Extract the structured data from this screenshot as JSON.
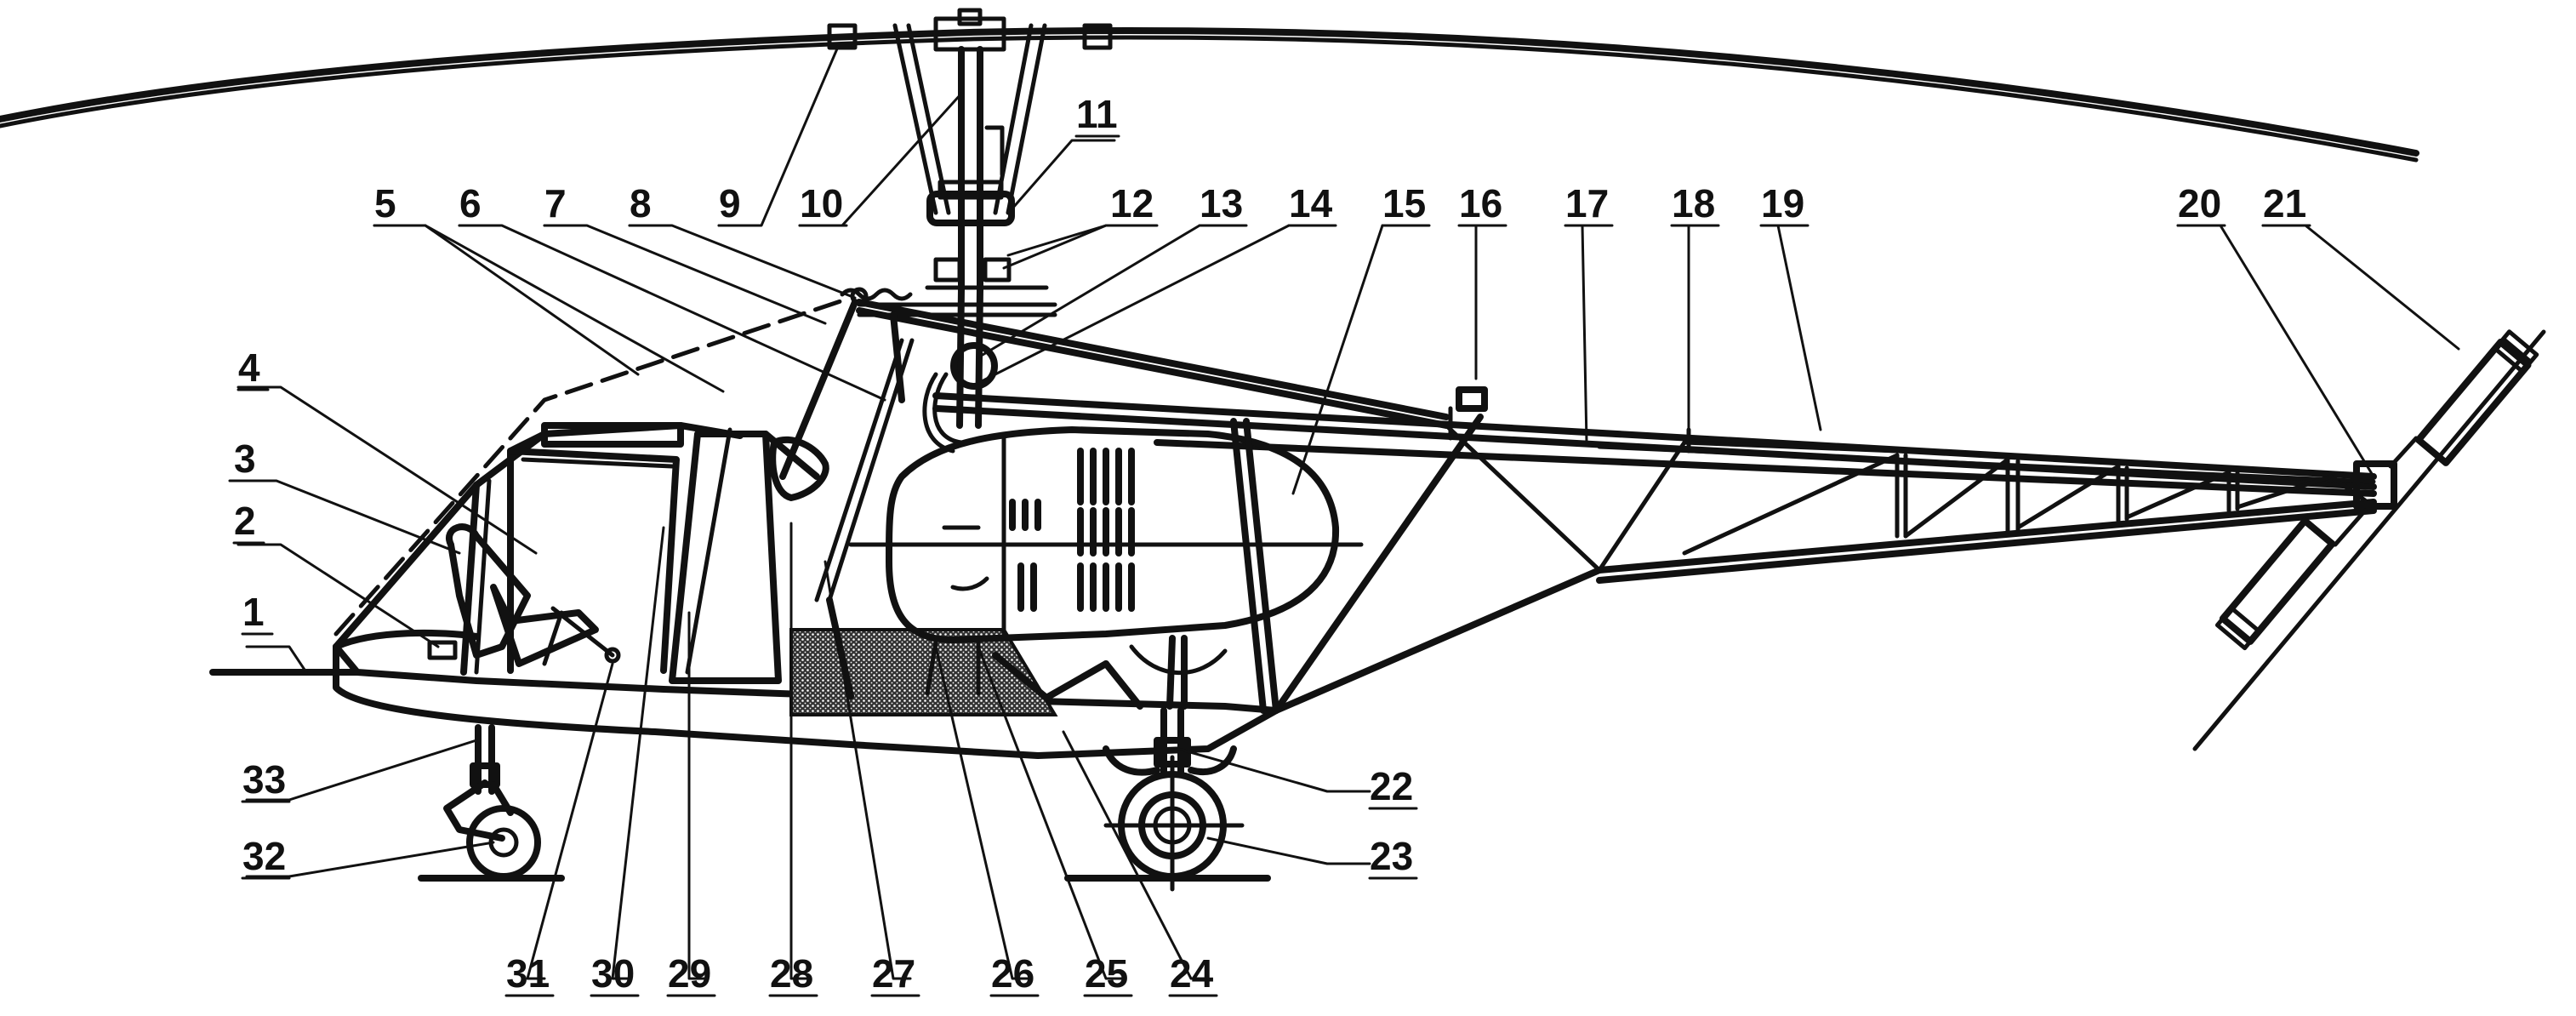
{
  "callouts": [
    {
      "id": 1,
      "label": "1"
    },
    {
      "id": 2,
      "label": "2"
    },
    {
      "id": 3,
      "label": "3"
    },
    {
      "id": 4,
      "label": "4"
    },
    {
      "id": 5,
      "label": "5"
    },
    {
      "id": 6,
      "label": "6"
    },
    {
      "id": 7,
      "label": "7"
    },
    {
      "id": 8,
      "label": "8"
    },
    {
      "id": 9,
      "label": "9"
    },
    {
      "id": 10,
      "label": "10"
    },
    {
      "id": 11,
      "label": "11"
    },
    {
      "id": 12,
      "label": "12"
    },
    {
      "id": 13,
      "label": "13"
    },
    {
      "id": 14,
      "label": "14"
    },
    {
      "id": 15,
      "label": "15"
    },
    {
      "id": 16,
      "label": "16"
    },
    {
      "id": 17,
      "label": "17"
    },
    {
      "id": 18,
      "label": "18"
    },
    {
      "id": 19,
      "label": "19"
    },
    {
      "id": 20,
      "label": "20"
    },
    {
      "id": 21,
      "label": "21"
    },
    {
      "id": 22,
      "label": "22"
    },
    {
      "id": 23,
      "label": "23"
    },
    {
      "id": 24,
      "label": "24"
    },
    {
      "id": 25,
      "label": "25"
    },
    {
      "id": 26,
      "label": "26"
    },
    {
      "id": 27,
      "label": "27"
    },
    {
      "id": 28,
      "label": "28"
    },
    {
      "id": 29,
      "label": "29"
    },
    {
      "id": 30,
      "label": "30"
    },
    {
      "id": 31,
      "label": "31"
    },
    {
      "id": 32,
      "label": "32"
    },
    {
      "id": 33,
      "label": "33"
    }
  ],
  "colors": {
    "ink": "#111111",
    "paper": "#ffffff"
  }
}
